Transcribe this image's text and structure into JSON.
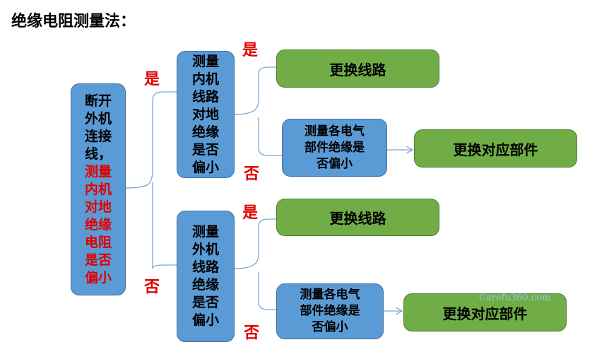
{
  "title": "绝缘电阻测量法：",
  "root": {
    "lines_black": [
      "断开",
      "外机",
      "连接",
      "线，"
    ],
    "lines_red": [
      "测量",
      "内机",
      "对地",
      "绝缘",
      "电阻",
      "是否",
      "偏小"
    ]
  },
  "branch_yes": {
    "label": "是",
    "box_lines": [
      "测量",
      "内机",
      "线路",
      "对地",
      "绝缘",
      "是否",
      "偏小"
    ],
    "yes_label": "是",
    "yes_action": "更换线路",
    "no_label": "否",
    "check_lines": [
      "测量各电气",
      "部件绝缘是",
      "否偏小"
    ],
    "check_action": "更换对应部件"
  },
  "branch_no": {
    "label": "否",
    "box_lines": [
      "测量",
      "外机",
      "线路",
      "绝缘",
      "是否",
      "偏小"
    ],
    "yes_label": "是",
    "yes_action": "更换线路",
    "no_label": "否",
    "check_lines": [
      "测量各电气",
      "部件绝缘是",
      "否偏小"
    ],
    "check_action": "更换对应部件"
  },
  "watermark": "Carefu360.com",
  "colors": {
    "blue": "#5b9bd5",
    "green": "#70ad47",
    "red": "#e00000",
    "line": "#7aa6d6"
  }
}
